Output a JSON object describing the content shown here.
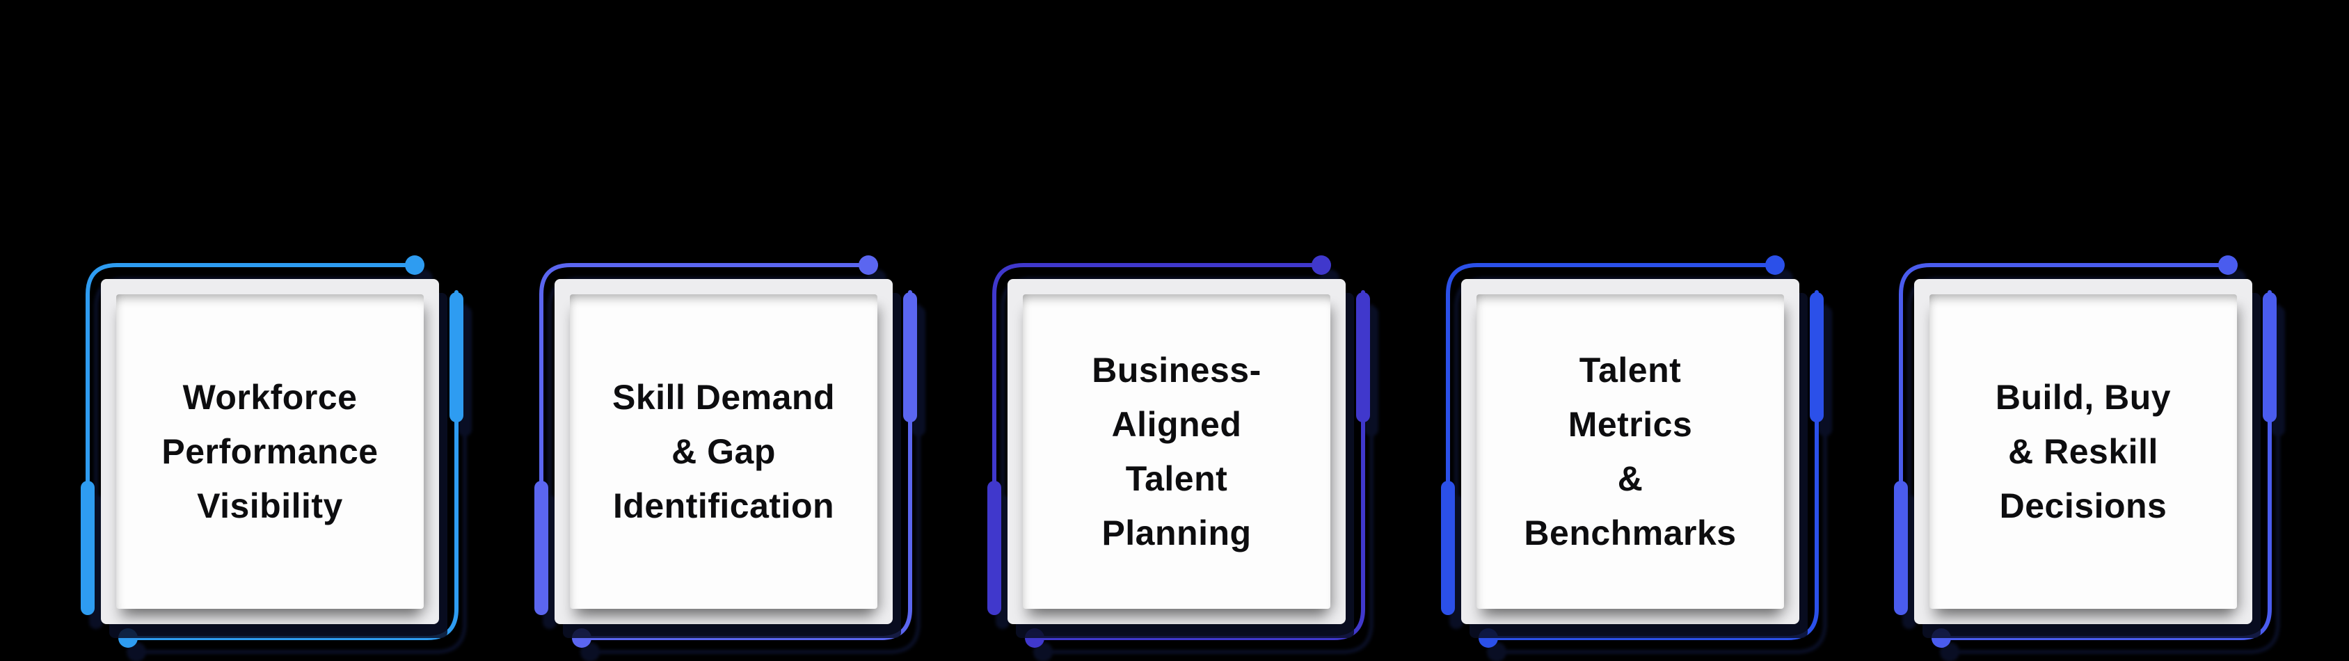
{
  "figure": {
    "type": "process-cards-infographic",
    "background_color": "#000000",
    "card_face_color": "#FDFDFD",
    "card_frame_color": "#EDEDEF",
    "text_color": "#0D0D0F",
    "shadow_color": "#090E24"
  },
  "cards": [
    {
      "color": "#2E9CF1",
      "lines": [
        "Workforce",
        "Performance",
        "Visibility"
      ]
    },
    {
      "color": "#5B66F0",
      "lines": [
        "Skill Demand",
        "& Gap",
        "Identification"
      ]
    },
    {
      "color": "#4038CC",
      "lines": [
        "Business-",
        "Aligned",
        "Talent",
        "Planning"
      ]
    },
    {
      "color": "#2B50E9",
      "lines": [
        "Talent",
        "Metrics",
        "&",
        "Benchmarks"
      ]
    },
    {
      "color": "#4A5CEE",
      "lines": [
        "Build, Buy",
        "& Reskill",
        "Decisions"
      ]
    }
  ]
}
